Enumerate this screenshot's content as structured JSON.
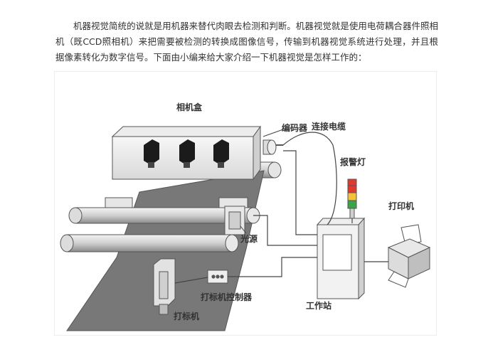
{
  "intro": "机器视觉简统的说就是用机器来替代肉眼去检测和判断。机器视觉就是使用电荷耦合器件照相机（既CCD照相机）来把需要被检测的转换成图像信号，传输到机器视觉系统进行处理，并且根据像素转化为数字信号。下面由小编来给大家介绍一下机器视觉是怎样工作的：",
  "diagram": {
    "camera_box": "相机盒",
    "encoder": "编码器",
    "cable": "连接电缆",
    "alarm_light": "报警灯",
    "printer": "打印机",
    "light_source": "光源",
    "marker_controller": "打标机控制器",
    "workstation": "工作站",
    "marker": "打标机"
  },
  "colors": {
    "belt": "#787878",
    "light_red": "#e03a2c",
    "light_yellow": "#f2c33a",
    "light_green": "#3aa44a",
    "line": "#444444"
  }
}
